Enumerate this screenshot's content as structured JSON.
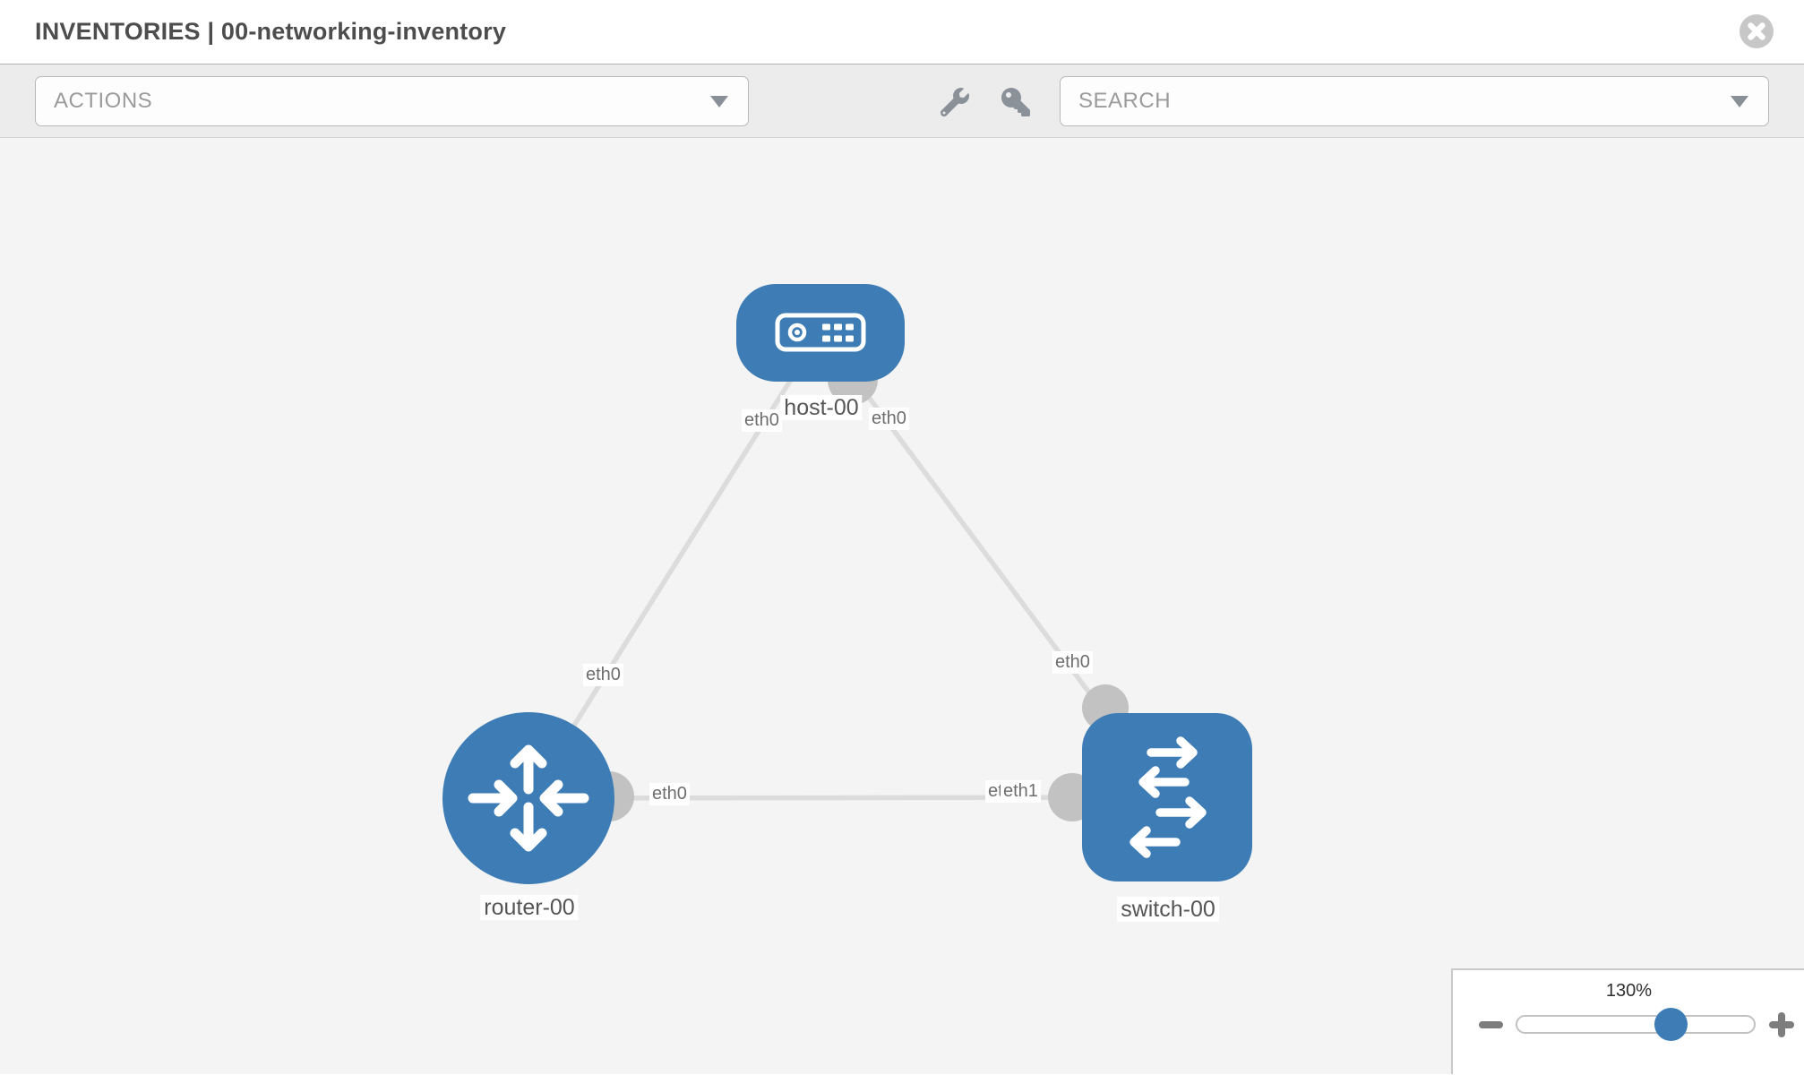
{
  "header": {
    "title": "INVENTORIES | 00-networking-inventory"
  },
  "toolbar": {
    "actions_label": "ACTIONS",
    "search_placeholder": "SEARCH",
    "icons": [
      "wrench-icon",
      "key-icon"
    ]
  },
  "topology": {
    "nodes": [
      {
        "label": "host-00",
        "type": "host"
      },
      {
        "label": "router-00",
        "type": "router"
      },
      {
        "label": "switch-00",
        "type": "switch"
      }
    ],
    "links": [
      {
        "from": "host-00",
        "from_if": "eth0",
        "to": "router-00",
        "to_if": "eth0"
      },
      {
        "from": "host-00",
        "from_if": "eth0",
        "to": "switch-00",
        "to_if": "eth0"
      },
      {
        "from": "router-00",
        "from_if": "eth0",
        "to": "switch-00",
        "to_if": "eth1"
      }
    ],
    "switch_left_occluded_if": "eth0"
  },
  "zoom_control": {
    "level": "130%"
  },
  "colors": {
    "node_blue": "#3d7cb5",
    "link_gray": "#dcdcdc",
    "connector_gray": "#c2c2c2",
    "canvas_bg": "#f4f4f4"
  }
}
